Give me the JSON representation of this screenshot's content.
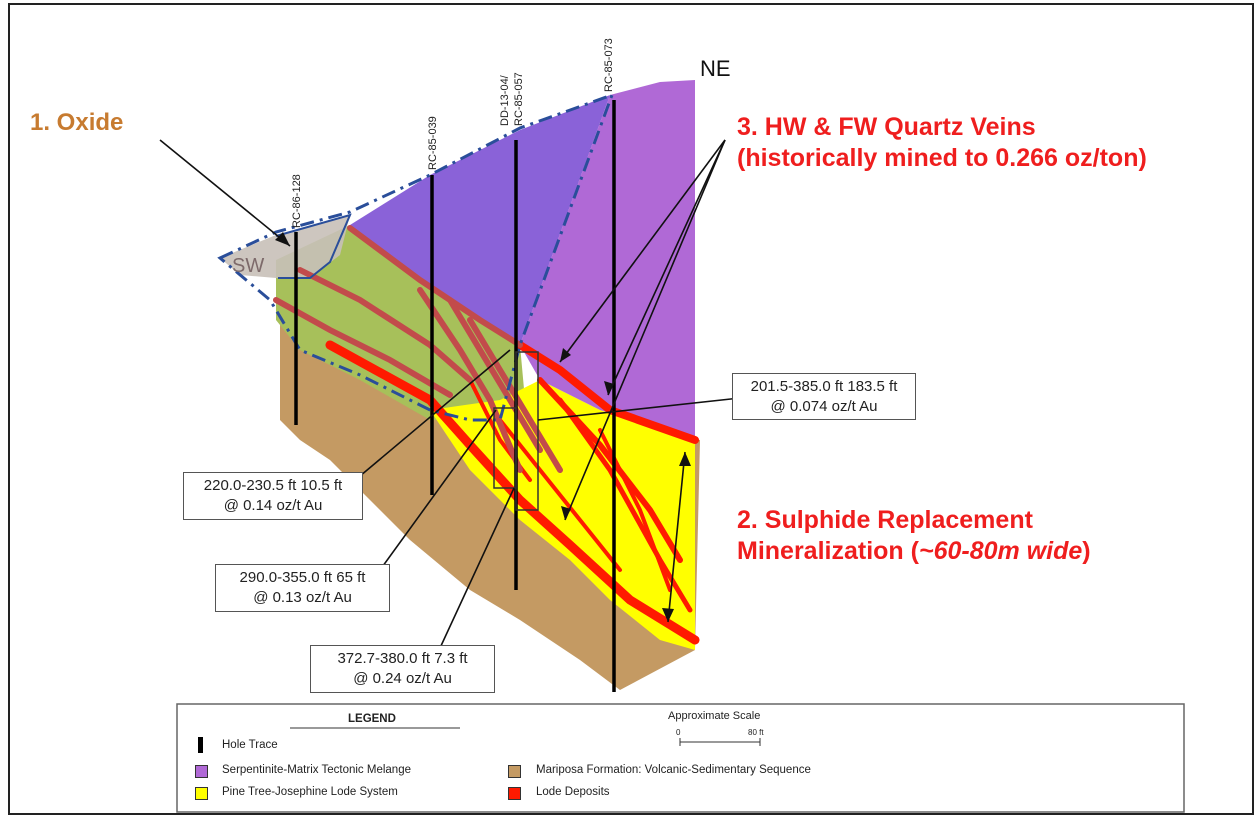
{
  "orientation": {
    "sw": "SW",
    "ne": "NE"
  },
  "holes": [
    "RC-86-128",
    "RC-85-039",
    "DD-13-04/",
    "RC-85-057",
    "RC-85-073"
  ],
  "zones": [
    {
      "label": "1. Oxide",
      "color": "#c77b30"
    },
    {
      "label_line1": "3. HW & FW Quartz Veins",
      "label_line2": "(historically mined to 0.266 oz/ton)",
      "color": "#ef1e1e"
    },
    {
      "label_line1": "2. Sulphide Replacement",
      "label_line2_normal": "Mineralization (",
      "label_line2_italic": "~60-80m wide",
      "label_line2_end": ")",
      "color": "#ef1e1e"
    }
  ],
  "intercepts": [
    {
      "line1": "201.5-385.0 ft 183.5 ft",
      "line2": "@ 0.074 oz/t Au"
    },
    {
      "line1": "220.0-230.5 ft 10.5 ft",
      "line2": "@ 0.14 oz/t Au"
    },
    {
      "line1": "290.0-355.0 ft 65 ft",
      "line2": "@ 0.13 oz/t Au"
    },
    {
      "line1": "372.7-380.0 ft 7.3 ft",
      "line2": "@ 0.24 oz/t Au"
    }
  ],
  "legend": {
    "title": "LEGEND",
    "items": [
      {
        "label": "Hole Trace",
        "color": "#000000"
      },
      {
        "label": "Serpentinite-Matrix Tectonic Melange",
        "color": "#b069d6"
      },
      {
        "label": "Pine Tree-Josephine Lode System",
        "color": "#ffff00"
      },
      {
        "label": "Mariposa Formation: Volcanic-Sedimentary Sequence",
        "color": "#c49a63"
      },
      {
        "label": "Lode Deposits",
        "color": "#ff1a00"
      }
    ],
    "scale_title": "Approximate Scale",
    "scale_min": "0",
    "scale_max": "80 ft"
  },
  "colors": {
    "purple": "#9b5fd8",
    "purple_dark": "#7b5ed6",
    "green": "#a7c05a",
    "brown": "#c49a63",
    "yellow": "#ffff00",
    "red": "#ff1a00",
    "vein": "#c24b4b"
  }
}
